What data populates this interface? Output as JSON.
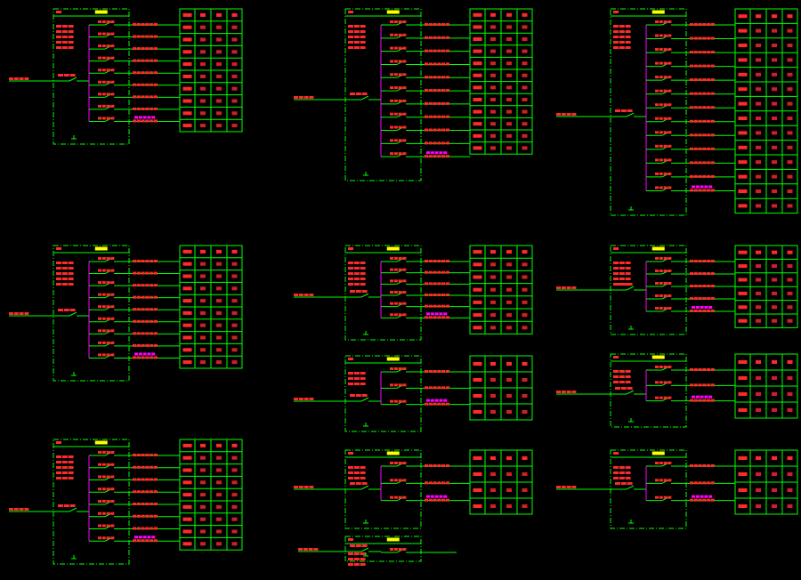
{
  "drawing": {
    "background": "#000000",
    "line_color": "#00ff00",
    "text_color": "#ff2a2a",
    "label_color": "#ff00ff",
    "title_color": "#ffff00"
  },
  "panels": [
    {
      "id": "p1",
      "circuits": 9,
      "rows": 9
    },
    {
      "id": "p2",
      "circuits": 11,
      "rows": 11
    },
    {
      "id": "p3",
      "circuits": 13,
      "rows": 13
    },
    {
      "id": "p4",
      "circuits": 9,
      "rows": 9
    },
    {
      "id": "p5",
      "circuits": 6,
      "rows": 6
    },
    {
      "id": "p6",
      "circuits": 5,
      "rows": 5
    },
    {
      "id": "p7",
      "circuits": 3,
      "rows": 3
    },
    {
      "id": "p8",
      "circuits": 3,
      "rows": 3
    },
    {
      "id": "p9",
      "circuits": 8,
      "rows": 8
    },
    {
      "id": "p10",
      "circuits": 3,
      "rows": 3
    },
    {
      "id": "p11",
      "circuits": 3,
      "rows": 3
    },
    {
      "id": "p12",
      "circuits": 1,
      "rows": 0
    }
  ]
}
